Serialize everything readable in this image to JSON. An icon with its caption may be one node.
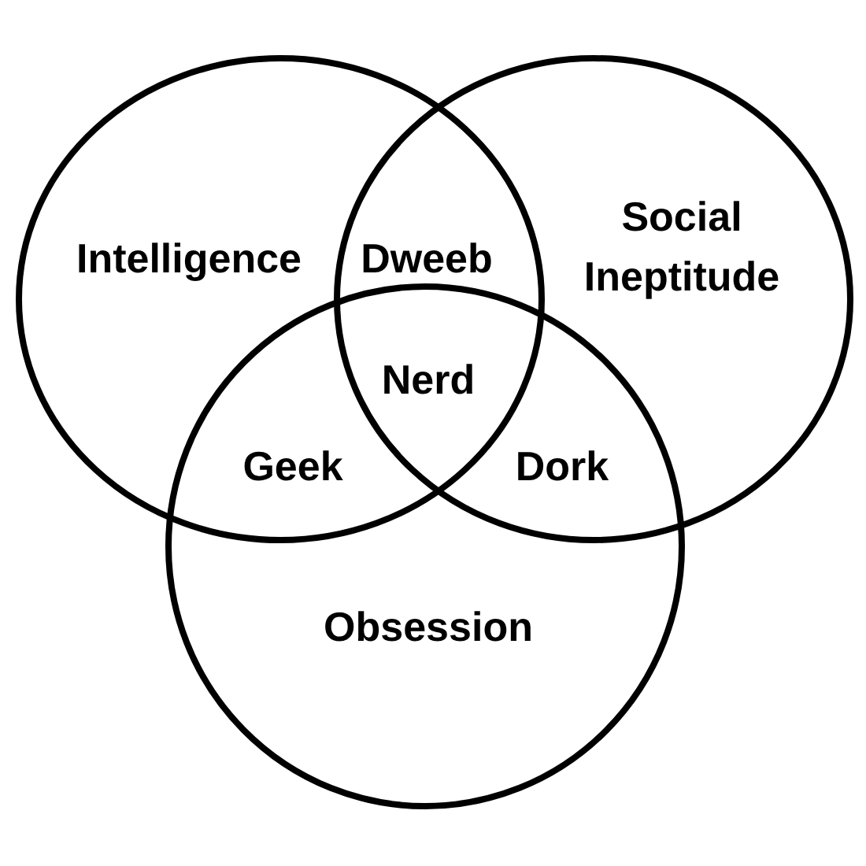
{
  "diagram": {
    "nodes": [
      {
        "text": [
          "Intelligence"
        ]
      },
      {
        "text": [
          "Social Ineptitude"
        ]
      },
      {
        "text": [
          "Obsession"
        ]
      }
    ],
    "labels": [
      "Dweeb",
      "Nerd",
      "Geek",
      "Dork"
    ]
  }
}
